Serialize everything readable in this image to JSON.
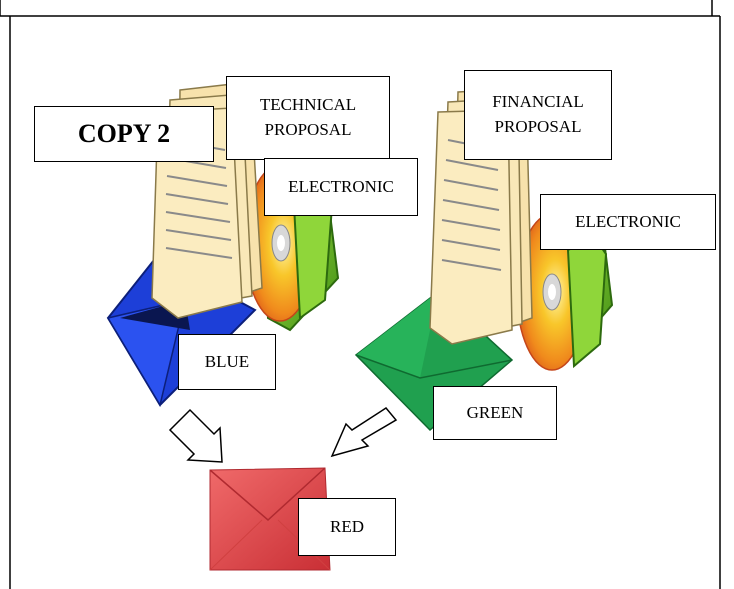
{
  "copy_label": "COPY 2",
  "technical": {
    "line1": "TECHNICAL",
    "line2": "PROPOSAL"
  },
  "financial": {
    "line1": "FINANCIAL",
    "line2": "PROPOSAL"
  },
  "electronic_left": "ELECTRONIC",
  "electronic_right": "ELECTRONIC",
  "envelopes": {
    "blue": "BLUE",
    "green": "GREEN",
    "red": "RED"
  },
  "colors": {
    "blue_envelope": "#1a3fd6",
    "green_envelope": "#1e9a4a",
    "red_envelope": "#e04747",
    "paper": "#f8e4b0",
    "folder_green": "#7cc62d",
    "cd_orange": "#f39a1d"
  },
  "icons": [
    "document-stack-icon",
    "cd-folder-icon",
    "envelope-icon",
    "arrow-icon"
  ]
}
